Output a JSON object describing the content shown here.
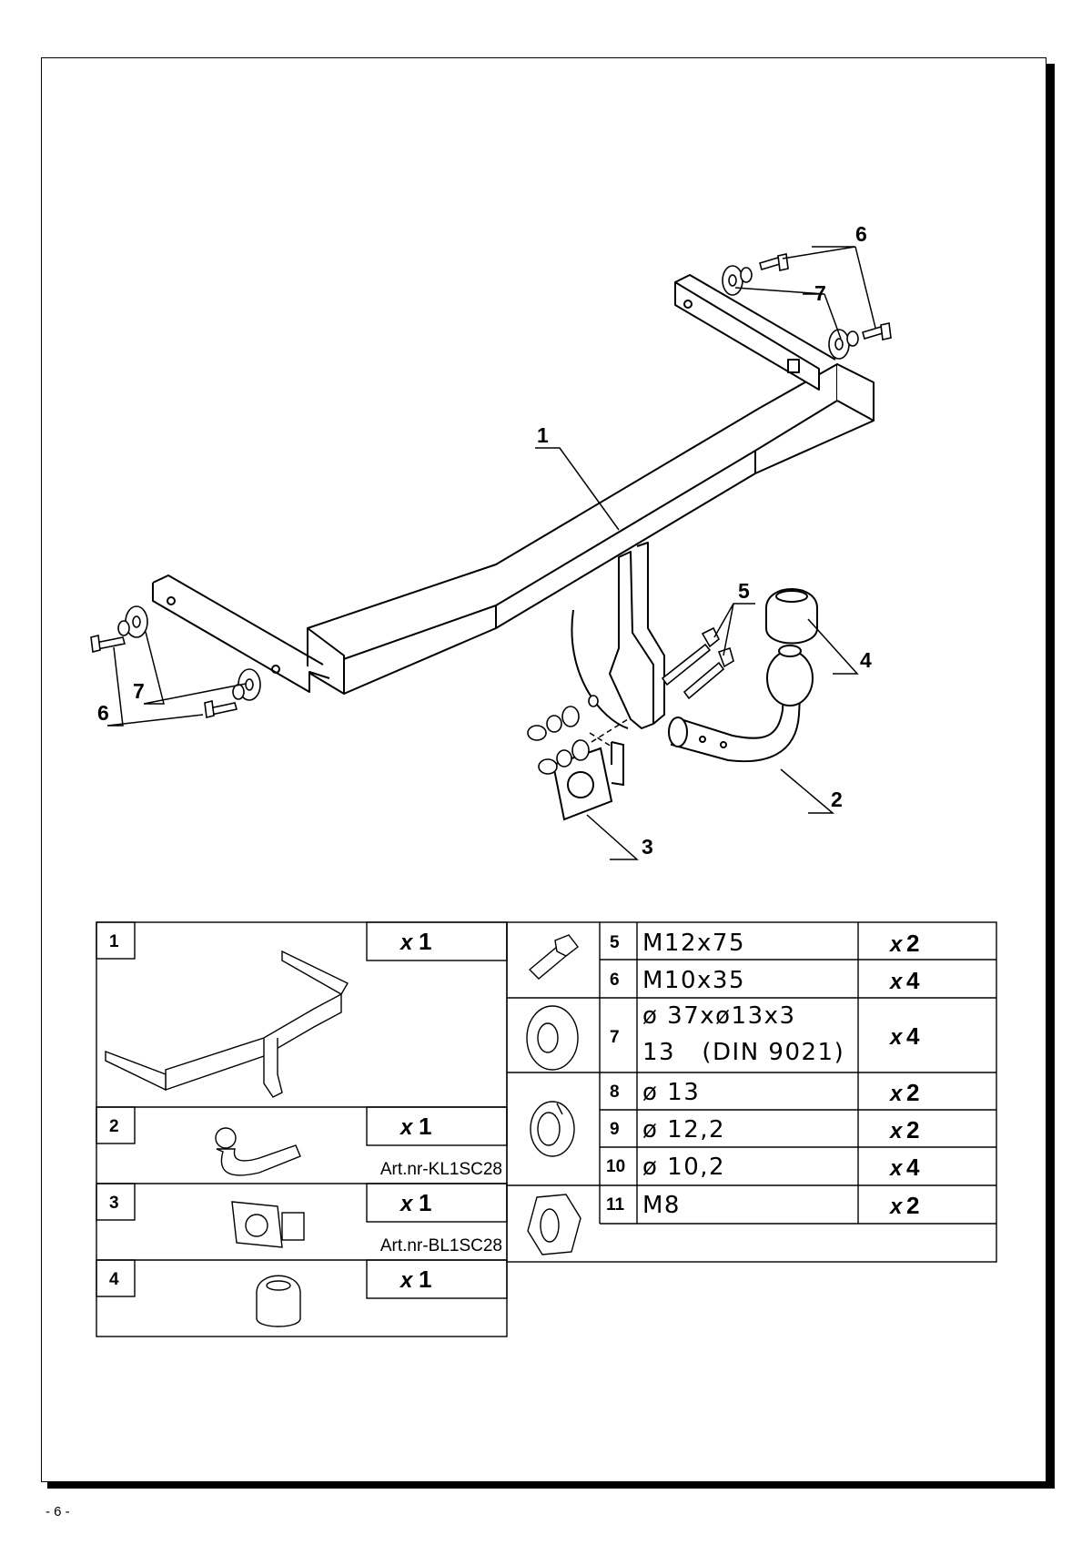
{
  "page": {
    "number": "- 6 -"
  },
  "diagram": {
    "callouts": [
      "1",
      "2",
      "3",
      "4",
      "5",
      "6",
      "6",
      "7",
      "7"
    ]
  },
  "parts_table": {
    "main_parts": [
      {
        "num": "1",
        "qty_prefix": "x",
        "qty": "1",
        "art": ""
      },
      {
        "num": "2",
        "qty_prefix": "x",
        "qty": "1",
        "art": "Art.nr-KL1SC28"
      },
      {
        "num": "3",
        "qty_prefix": "x",
        "qty": "1",
        "art": "Art.nr-BL1SC28"
      },
      {
        "num": "4",
        "qty_prefix": "x",
        "qty": "1",
        "art": ""
      }
    ],
    "hardware": [
      {
        "num": "5",
        "spec": [
          "M12x75"
        ],
        "qty_prefix": "x",
        "qty": "2",
        "icon": "bolt-icon"
      },
      {
        "num": "6",
        "spec": [
          "M10x35"
        ],
        "qty_prefix": "x",
        "qty": "4",
        "icon": "bolt-icon"
      },
      {
        "num": "7",
        "spec": [
          "ø 37xø13x3",
          "13   (DIN 9021)"
        ],
        "qty_prefix": "x",
        "qty": "4",
        "icon": "flat-washer-icon"
      },
      {
        "num": "8",
        "spec": [
          "ø 13"
        ],
        "qty_prefix": "x",
        "qty": "2",
        "icon": "flat-washer-icon"
      },
      {
        "num": "9",
        "spec": [
          "ø 12,2"
        ],
        "qty_prefix": "x",
        "qty": "2",
        "icon": "spring-washer-icon"
      },
      {
        "num": "10",
        "spec": [
          "ø 10,2"
        ],
        "qty_prefix": "x",
        "qty": "4",
        "icon": "spring-washer-icon"
      },
      {
        "num": "11",
        "spec": [
          "M8"
        ],
        "qty_prefix": "x",
        "qty": "2",
        "icon": "hex-nut-icon"
      }
    ]
  }
}
